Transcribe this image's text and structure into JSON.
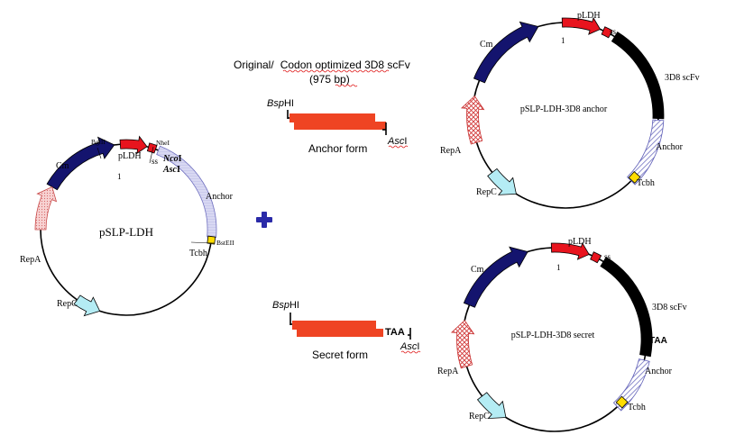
{
  "colors": {
    "cm": "#14146e",
    "pldh": "#e8141e",
    "ss": "#e8141e",
    "scfv": "#000000",
    "anchor": "#8c8cd2",
    "tcbh": "#ffdc00",
    "repc": "#b4ecf4",
    "repa": "#e87070",
    "insert": "#ef4423",
    "plus": "#2a2aa8",
    "squiggle": "#e02020"
  },
  "insert_header": {
    "line1_a": "Original/",
    "line1_b": "Codon optimized 3D8 scFv",
    "line2": "(975 bp)"
  },
  "plasmid_left": {
    "name": "pSLP-LDH",
    "labels": {
      "bglii": "BglII",
      "pldh": "pLDH",
      "nhei": "NheI",
      "ss": "ss",
      "ncoi_italic": "Nco",
      "ncoi_roman": "I",
      "asci_italic": "Asc",
      "asci_roman": "I",
      "cm": "Cm",
      "one": "1",
      "anchor": "Anchor",
      "bsteii": "BstEII",
      "tcbh": "Tcbh",
      "repa": "RepA",
      "repc": "RepC"
    }
  },
  "insert_anchor": {
    "bsphi_italic": "Bsp",
    "bsphi_roman": "HI",
    "asci_italic": "Asc",
    "asci_roman": "I",
    "caption": "Anchor form"
  },
  "insert_secret": {
    "bsphi_italic": "Bsp",
    "bsphi_roman": "HI",
    "stop": "TAA",
    "asci_italic": "Asc",
    "asci_roman": "I",
    "caption": "Secret form"
  },
  "plasmid_anchor": {
    "name": "pSLP-LDH-3D8 anchor",
    "labels": {
      "pldh": "pLDH",
      "ss": "ss",
      "cm": "Cm",
      "one": "1",
      "scfv": "3D8 scFv",
      "anchor": "Anchor",
      "repa": "RepA",
      "repc": "RepC",
      "tcbh": "Tcbh"
    }
  },
  "plasmid_secret": {
    "name": "pSLP-LDH-3D8 secret",
    "labels": {
      "pldh": "pLDH",
      "ss": "ss",
      "cm": "Cm",
      "one": "1",
      "scfv": "3D8 scFv",
      "stop": "TAA",
      "anchor": "Anchor",
      "repa": "RepA",
      "repc": "RepC",
      "tcbh": "Tcbh"
    }
  }
}
